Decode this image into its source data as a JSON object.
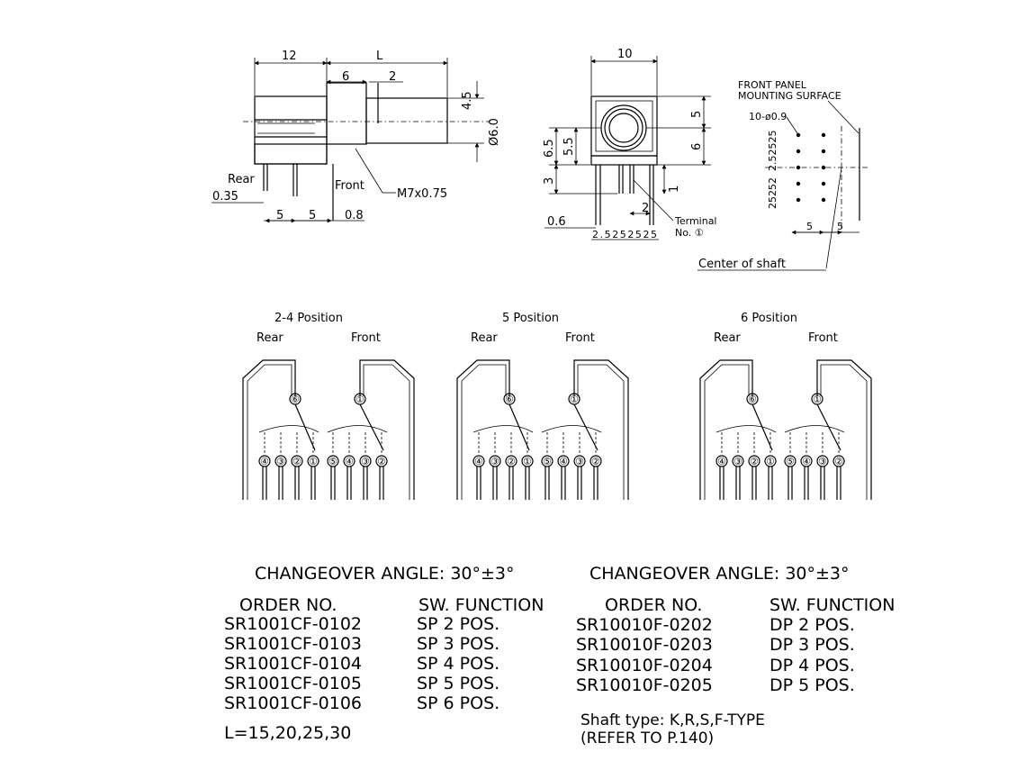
{
  "side_view": {
    "dim_12": "12",
    "dim_L": "L",
    "dim_6": "6",
    "dim_2": "2",
    "dim_4_5": "4.5",
    "dim_dia6": "Ø6.0",
    "label_rear": "Rear",
    "label_front": "Front",
    "thread": "M7x0.75",
    "dim_0_35": "0.35",
    "dim_5a": "5",
    "dim_5b": "5",
    "dim_0_8": "0.8"
  },
  "front_view": {
    "dim_10": "10",
    "dim_5": "5",
    "dim_6": "6",
    "dim_6_5": "6.5",
    "dim_5_5": "5.5",
    "dim_3": "3",
    "dim_1": "1",
    "dim_2": "2",
    "dim_0_6": "0.6",
    "pitch": "2.5252525",
    "terminal_label_1": "Terminal",
    "terminal_label_2": "No. ①"
  },
  "panel_view": {
    "title_1": "FRONT PANEL",
    "title_2": "MOUNTING SURFACE",
    "holes": "10-ø0.9",
    "pitch_upper": "2.52525",
    "pitch_lower": "25252",
    "dim_5a": "5",
    "dim_5b": "5",
    "center": "Center of shaft"
  },
  "schematics": [
    {
      "title": "2-4 Position",
      "rear": "Rear",
      "front": "Front",
      "rear_common": "⑥",
      "front_common": "①",
      "rear_pins": [
        "④",
        "③",
        "②",
        "①"
      ],
      "front_pins": [
        "⑤",
        "④",
        "③",
        "②"
      ]
    },
    {
      "title": "5 Position",
      "rear": "Rear",
      "front": "Front",
      "rear_common": "⑥",
      "front_common": "①",
      "rear_pins": [
        "④",
        "③",
        "②",
        "①"
      ],
      "front_pins": [
        "⑤",
        "④",
        "③",
        "②"
      ]
    },
    {
      "title": "6 Position",
      "rear": "Rear",
      "front": "Front",
      "rear_common": "⑥",
      "front_common": "①",
      "rear_pins": [
        "④",
        "③",
        "②",
        "①"
      ],
      "front_pins": [
        "⑤",
        "④",
        "③",
        "②"
      ]
    }
  ],
  "table_sp": {
    "angle": "CHANGEOVER ANGLE: 30°±3°",
    "header_order": "ORDER NO.",
    "header_function": "SW. FUNCTION",
    "rows": [
      {
        "order": "SR1001CF-0102",
        "function": "SP 2 POS."
      },
      {
        "order": "SR1001CF-0103",
        "function": "SP 3 POS."
      },
      {
        "order": "SR1001CF-0104",
        "function": "SP 4 POS."
      },
      {
        "order": "SR1001CF-0105",
        "function": "SP 5 POS."
      },
      {
        "order": "SR1001CF-0106",
        "function": "SP 6 POS."
      }
    ],
    "note": "L=15,20,25,30"
  },
  "table_dp": {
    "angle": "CHANGEOVER ANGLE: 30°±3°",
    "header_order": "ORDER NO.",
    "header_function": "SW. FUNCTION",
    "rows": [
      {
        "order": "SR10010F-0202",
        "function": "DP 2 POS."
      },
      {
        "order": "SR10010F-0203",
        "function": "DP 3 POS."
      },
      {
        "order": "SR10010F-0204",
        "function": "DP 4 POS."
      },
      {
        "order": "SR10010F-0205",
        "function": "DP 5 POS."
      }
    ],
    "note_1": "Shaft type: K,R,S,F-TYPE",
    "note_2": "(REFER TO P.140)"
  }
}
